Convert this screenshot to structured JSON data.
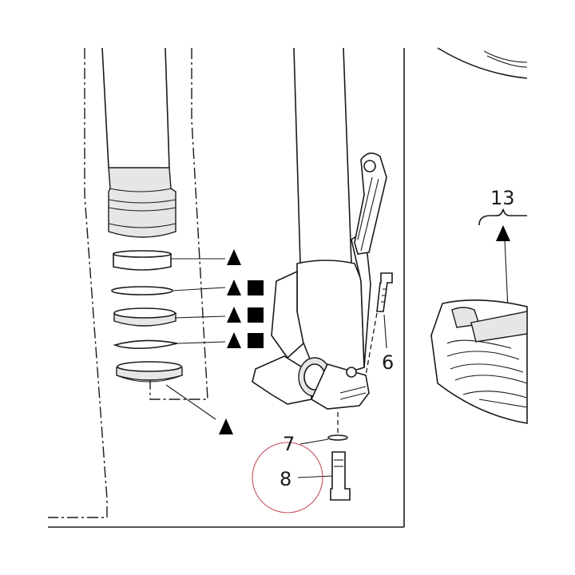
{
  "callouts": {
    "part6": "6",
    "part7": "7",
    "part8": "8",
    "part13": "13"
  },
  "symbols": {
    "triangle": "triangle-marker",
    "square": "square-marker"
  },
  "colors": {
    "line": "#1a1a1a",
    "highlight_circle": "#c0505a"
  }
}
